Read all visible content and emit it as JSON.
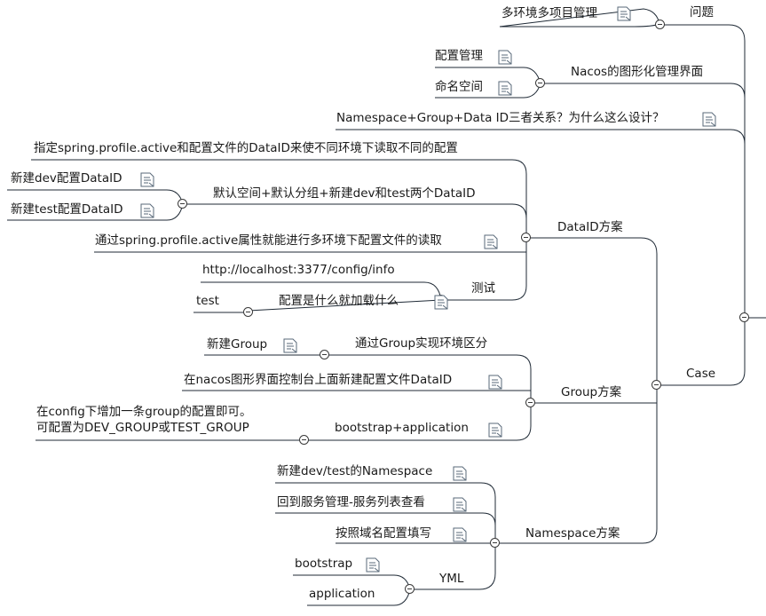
{
  "topics": {
    "problem": "问题",
    "problem_item": "多环境多项目管理",
    "nacos_ui": "Nacos的图形化管理界面",
    "config_mgmt": "配置管理",
    "namespace_space": "命名空间",
    "relation_question": "Namespace+Group+Data ID三者关系？为什么这么设计？",
    "case": "Case",
    "dataid_plan": "DataID方案",
    "dataid_desc": "指定spring.profile.active和配置文件的DataID来使不同环境下读取不同的配置",
    "default_space": "默认空间+默认分组+新建dev和test两个DataID",
    "new_dev": "新建dev配置DataID",
    "new_test": "新建test配置DataID",
    "profile_read": "通过spring.profile.active属性就能进行多环境下配置文件的读取",
    "test_node": "测试",
    "test_url": "http://localhost:3377/config/info",
    "load_what": "配置是什么就加载什么",
    "test_leaf": "test",
    "group_plan": "Group方案",
    "group_env": "通过Group实现环境区分",
    "new_group": "新建Group",
    "new_dataid_console": "在nacos图形界面控制台上面新建配置文件DataID",
    "bootstrap_app": "bootstrap+application",
    "group_config_line1": "在config下增加一条group的配置即可。",
    "group_config_line2": "可配置为DEV_GROUP或TEST_GROUP",
    "namespace_plan": "Namespace方案",
    "new_ns": "新建dev/test的Namespace",
    "service_list": "回到服务管理-服务列表查看",
    "domain_config": "按照域名配置填写",
    "yml": "YML",
    "bootstrap": "bootstrap",
    "application": "application"
  },
  "icons": {
    "note": "note-icon",
    "collapse": "collapse-toggle-icon"
  },
  "colors": {
    "line": "#1f2a36",
    "text": "#1a1a1a",
    "background": "#ffffff"
  }
}
